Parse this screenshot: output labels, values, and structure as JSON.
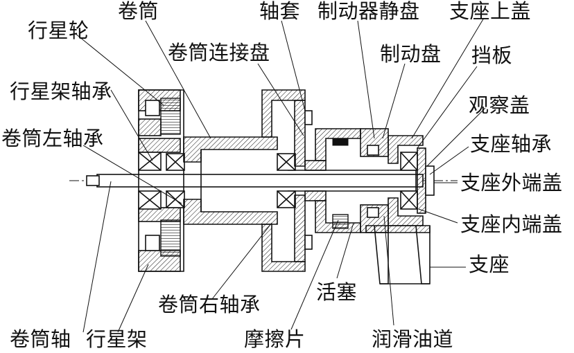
{
  "diagram": {
    "labels": {
      "xingxinglun": "行星轮",
      "juantong": "卷筒",
      "zhoutao": "轴套",
      "zhidongqi_jingpan": "制动器静盘",
      "zhizuo_shanggai": "支座上盖",
      "juantong_lianjiepan": "卷筒连接盘",
      "zhidongpan": "制动盘",
      "dangban": "挡板",
      "xingxingjia_zhoucheng": "行星架轴承",
      "guanchagai": "观察盖",
      "juantong_zuo_zhoucheng": "卷筒左轴承",
      "zhizuo_zhoucheng": "支座轴承",
      "zhizuo_waiduangai": "支座外端盖",
      "zhizuo_neiduangai": "支座内端盖",
      "zhizuo": "支座",
      "huosai": "活塞",
      "juantong_you_zhoucheng": "卷筒右轴承",
      "juantongzhou": "卷筒轴",
      "xingxingjia": "行星架",
      "mocapian": "摩擦片",
      "runhua_youdao": "润滑油道"
    }
  }
}
